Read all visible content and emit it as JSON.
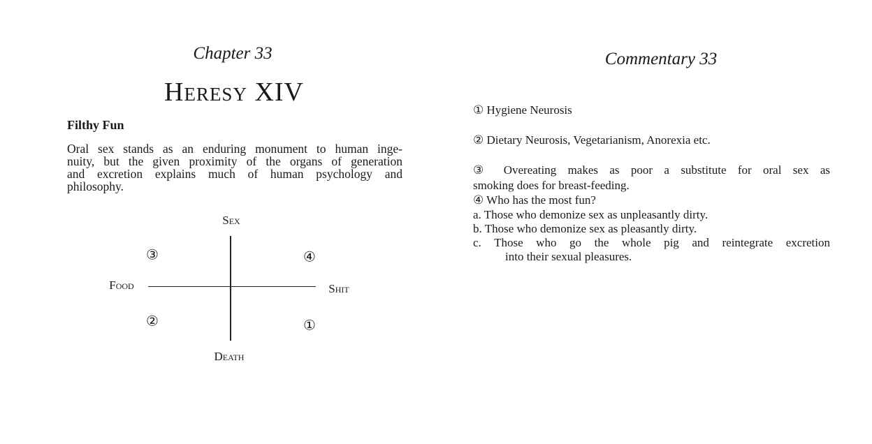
{
  "left_page": {
    "chapter_label": "Chapter 33",
    "title": "Heresy XIV",
    "section_heading": "Filthy Fun",
    "paragraph_lines": [
      "Oral sex stands as an enduring monument to human inge-",
      "nuity, but the given proximity of the organs of generation",
      "and excretion explains much of human psychology and",
      "philosophy."
    ],
    "diagram": {
      "top": "Sex",
      "bottom": "Death",
      "left": "Food",
      "right": "Shit",
      "quadrants": {
        "top_left": "③",
        "top_right": "④",
        "bottom_left": "②",
        "bottom_right": "①"
      }
    }
  },
  "right_page": {
    "title": "Commentary 33",
    "notes": {
      "n1": "① Hygiene Neurosis",
      "n2": "② Dietary Neurosis, Vegetarianism, Anorexia etc.",
      "n3_line1": "③ Overeating makes as poor a substitute for oral sex as",
      "n3_line2": "smoking does for breast-feeding.",
      "n4": "④ Who has the most fun?",
      "a": "a. Those who demonize sex as unpleasantly dirty.",
      "b": "b. Those who demonize sex as pleasantly dirty.",
      "c_line1": "c. Those who go the whole pig and reintegrate excretion",
      "c_line2": "into their sexual pleasures."
    }
  }
}
